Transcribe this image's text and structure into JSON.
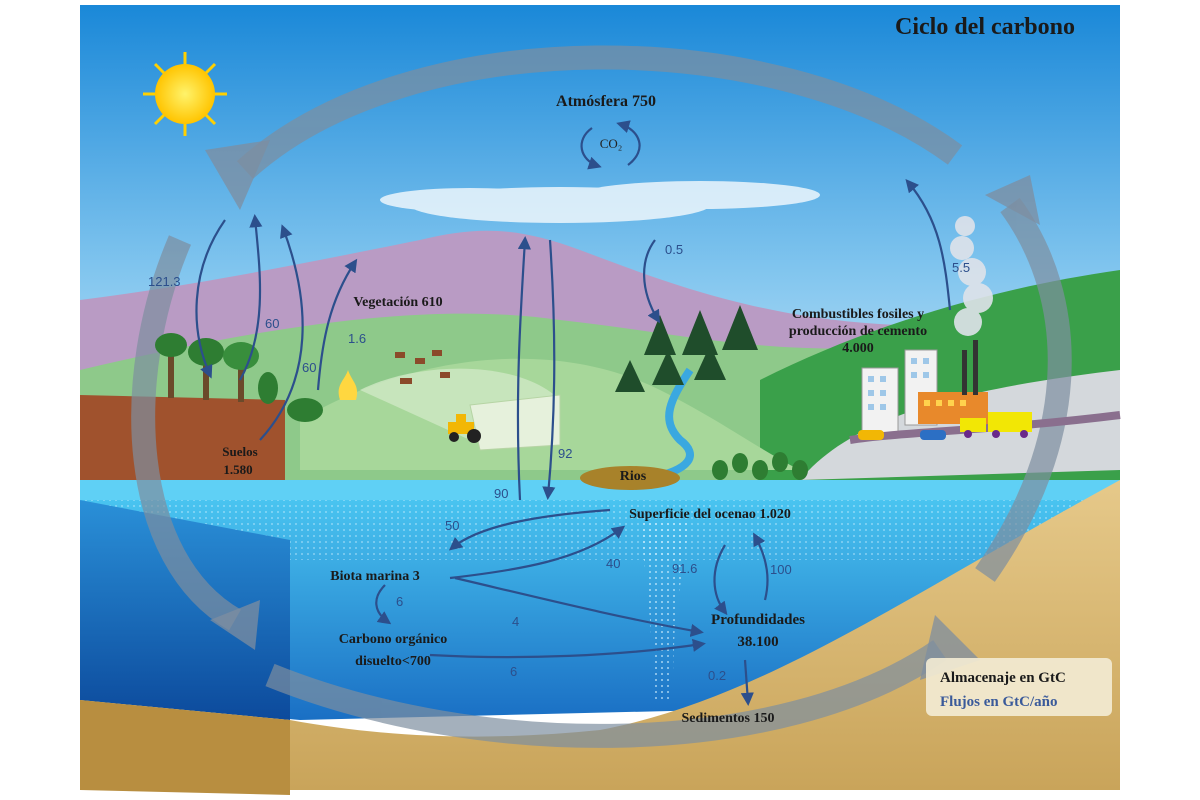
{
  "title": "Ciclo del carbono",
  "reservoirs": {
    "atmosphere": "Atmósfera 750",
    "co2": "CO₂",
    "vegetation": "Vegetación 610",
    "soils_line1": "Suelos",
    "soils_line2": "1.580",
    "fossil_line1": "Combustibles fosiles y",
    "fossil_line2": "producción de cemento",
    "fossil_line3": "4.000",
    "rivers": "Rios",
    "ocean_surface": "Superficie del ocenao 1.020",
    "marine_biota": "Biota marina 3",
    "doc_line1": "Carbono orgánico",
    "doc_line2": "disuelto<700",
    "deep_line1": "Profundidades",
    "deep_line2": "38.100",
    "sediments": "Sedimentos 150"
  },
  "fluxes": {
    "f_121": "121.3",
    "f_60a": "60",
    "f_60b": "60",
    "f_1_6": "1.6",
    "f_0_5": "0.5",
    "f_5_5": "5.5",
    "f_92": "92",
    "f_90": "90",
    "f_50": "50",
    "f_40": "40",
    "f_91_6": "91.6",
    "f_100": "100",
    "f_6a": "6",
    "f_4": "4",
    "f_6b": "6",
    "f_0_2": "0.2"
  },
  "legend": {
    "storage": "Almacenaje en GtC",
    "flux": "Flujos en GtC/año"
  },
  "colors": {
    "flux_arrow": "#2c4f8c",
    "legend_flux_text": "#3a5a9a"
  }
}
